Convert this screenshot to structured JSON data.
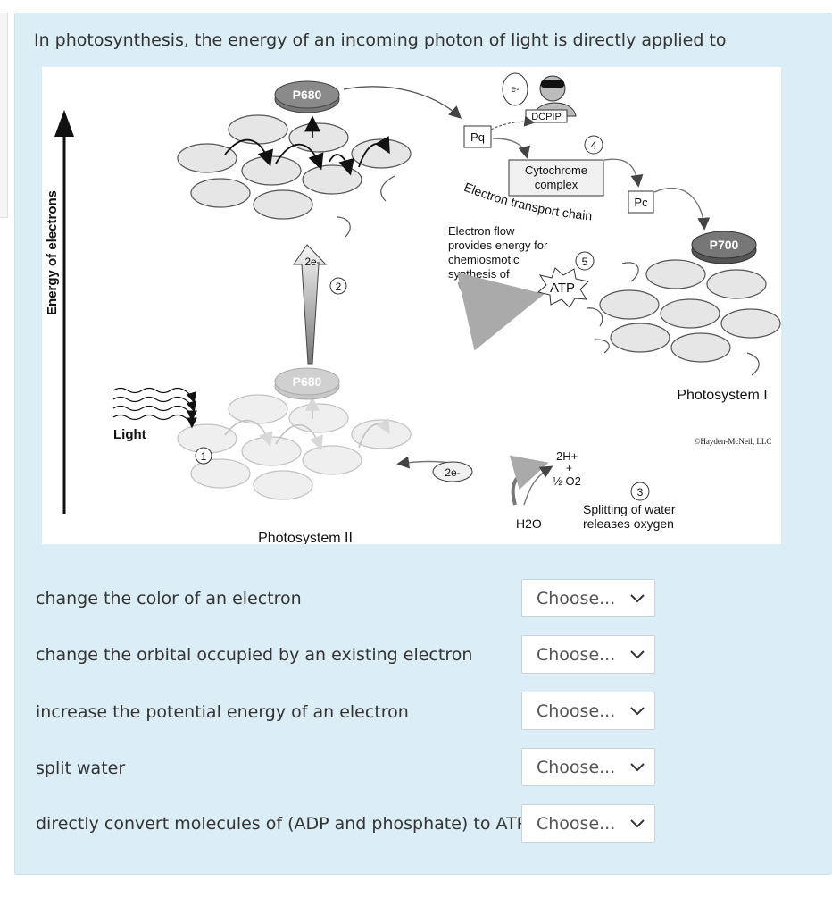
{
  "question": "In photosynthesis, the energy of an incoming photon of light is directly applied to",
  "figure": {
    "y_axis_label": "Energy of electrons",
    "light_label": "Light",
    "p680_top": "P680",
    "p680_bottom": "P680",
    "p700": "P700",
    "pq": "Pq",
    "pc": "Pc",
    "e_minus": "e-",
    "dcpip": "DCPIP",
    "cytochrome_line1": "Cytochrome",
    "cytochrome_line2": "complex",
    "etc_label": "Electron transport chain",
    "electron_flow_lines": [
      "Electron flow",
      "provides energy for",
      "chemiosmotic",
      "synthesis of"
    ],
    "atp": "ATP",
    "two_e_top": "2e-",
    "two_e_mid": "2e-",
    "num1": "1",
    "num2": "2",
    "num3": "3",
    "num4": "4",
    "num5": "5",
    "two_h_plus": "2H+",
    "plus": "+",
    "half_o2": "½ O2",
    "h2o": "H2O",
    "splitting_line1": "Splitting of water",
    "splitting_line2": "releases oxygen",
    "photosystem_2": "Photosystem II",
    "photosystem_1": "Photosystem I",
    "copyright": "©Hayden-McNeil, LLC"
  },
  "rows": [
    {
      "label": "change the color of an electron",
      "select": "Choose..."
    },
    {
      "label": "change the orbital occupied by an existing electron",
      "select": "Choose..."
    },
    {
      "label": "increase the potential energy of an electron",
      "select": "Choose..."
    },
    {
      "label": "split water",
      "select": "Choose..."
    },
    {
      "label": "directly convert molecules of (ADP and phosphate) to ATP",
      "select": "Choose..."
    }
  ],
  "icons": {
    "dropdown": "chevron-down-icon"
  }
}
